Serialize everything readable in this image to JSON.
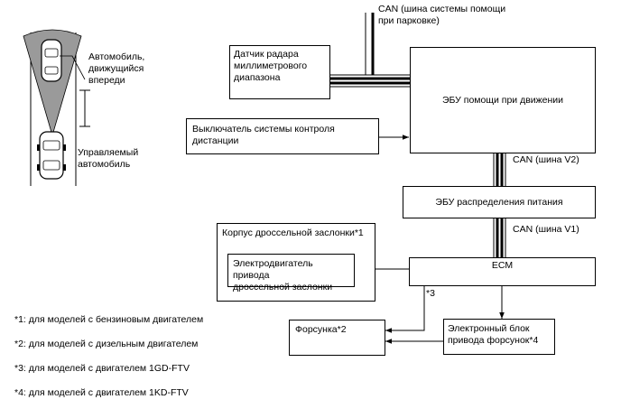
{
  "car_scene": {
    "front_car_label_lines": [
      "Автомобиль,",
      "движущийся",
      "впереди"
    ],
    "own_car_label_lines": [
      "Управляемый",
      "автомобиль"
    ]
  },
  "can_parking": {
    "lines": [
      "CAN (шина системы помощи",
      "при парковке)"
    ]
  },
  "radar_sensor": {
    "lines": [
      "Датчик радара",
      "миллиметрового",
      "диапазона"
    ]
  },
  "assist_ecu": {
    "label": "ЭБУ помощи при движении"
  },
  "distance_switch": {
    "lines": [
      "Выключатель системы контроля",
      "дистанции"
    ]
  },
  "can_v2": {
    "label": "CAN (шина V2)"
  },
  "power_ecu": {
    "label": "ЭБУ распределения питания"
  },
  "can_v1": {
    "label": "CAN (шина V1)"
  },
  "throttle_body": {
    "title": "Корпус дроссельной заслонки*1"
  },
  "throttle_motor": {
    "lines": [
      "Электродвигатель привода",
      "дроссельной заслонки"
    ]
  },
  "ecm": {
    "label": "ECM"
  },
  "note_mark_3": "*3",
  "injector": {
    "label": "Форсунка*2"
  },
  "injector_driver": {
    "lines": [
      "Электронный блок",
      "привода форсунок*4"
    ]
  },
  "footnotes": [
    "*1: для моделей с бензиновым двигателем",
    "*2: для моделей с дизельным двигателем",
    "*3: для моделей с двигателем 1GD-FTV",
    "*4: для моделей с двигателем 1KD-FTV"
  ]
}
